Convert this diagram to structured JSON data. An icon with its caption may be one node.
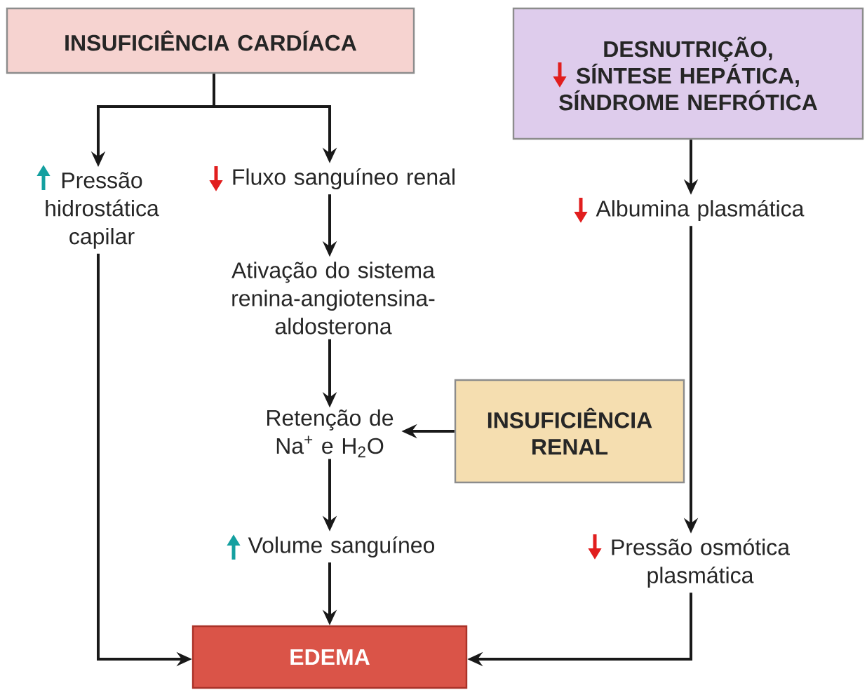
{
  "diagram": {
    "nodes": [
      {
        "text": [
          "INSUFICIÊNCIA CARDÍACA"
        ]
      },
      {
        "text": [
          "DESNUTRIÇÃO, SÍNTESE HEPÁTICA, SÍNDROME NEFRÓTICA"
        ]
      },
      {
        "text": [
          "Pressão hidrostática capilar"
        ]
      },
      {
        "text": [
          "Fluxo sanguíneo renal"
        ]
      },
      {
        "text": [
          "Albumina plasmática"
        ]
      },
      {
        "text": [
          "Ativação do sistema renina-angiotensina-aldosterona"
        ]
      },
      {
        "text": [
          "Retenção de Na$^{+}$ e H$_{2}$O"
        ]
      },
      {
        "text": [
          "INSUFICIÊNCIA RENAL"
        ]
      },
      {
        "text": [
          "Volume sanguíneo"
        ]
      },
      {
        "text": [
          "Pressão osmótica plasmática"
        ]
      },
      {
        "text": [
          "EDEMA"
        ]
      }
    ],
    "edges": [
      {
        "from": 0,
        "to": 2,
        "arrow": "to"
      },
      {
        "from": 0,
        "to": 3,
        "arrow": "to"
      },
      {
        "from": 1,
        "to": 4,
        "arrow": "to"
      },
      {
        "from": 3,
        "to": 5,
        "arrow": "to"
      },
      {
        "from": 5,
        "to": 6,
        "arrow": "to"
      },
      {
        "from": 7,
        "to": 6,
        "arrow": "to"
      },
      {
        "from": 6,
        "to": 8,
        "arrow": "to"
      },
      {
        "from": 8,
        "to": 10,
        "arrow": "to"
      },
      {
        "from": 2,
        "to": 10,
        "arrow": "to"
      },
      {
        "from": 4,
        "to": 9,
        "arrow": "to"
      },
      {
        "from": 9,
        "to": 10,
        "arrow": "to"
      }
    ]
  }
}
